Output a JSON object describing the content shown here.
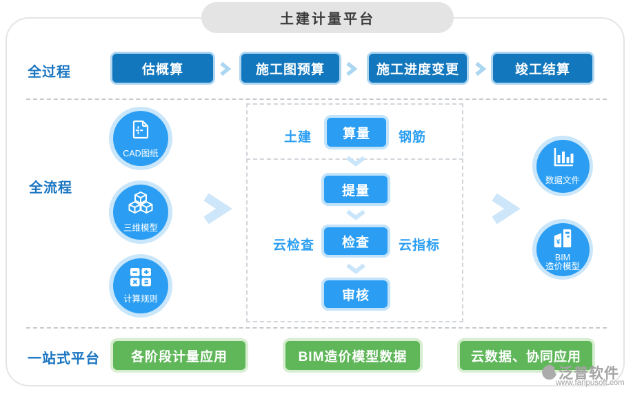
{
  "title": "土建计量平台",
  "process_row": {
    "label": "全过程",
    "steps": [
      "估概算",
      "施工图预算",
      "施工进度变更",
      "竣工结算"
    ]
  },
  "flow_row": {
    "label": "全流程",
    "inputs": [
      {
        "label": "CAD图纸",
        "icon": "cad-drawing-icon"
      },
      {
        "label": "三维模型",
        "icon": "cube-3d-icon"
      },
      {
        "label": "计算规则",
        "icon": "calculator-icon"
      }
    ],
    "center": {
      "left_tab": "土建",
      "center_button": "算量",
      "right_tab": "钢筋",
      "steps": [
        "提量",
        "检查",
        "审核"
      ],
      "check_left": "云检查",
      "check_right": "云指标"
    },
    "outputs": [
      {
        "label": "数据文件",
        "icon": "bar-chart-icon"
      },
      {
        "label_line1": "BIM",
        "label_line2": "造价模型",
        "icon": "building-cost-icon"
      }
    ]
  },
  "platform_row": {
    "label": "一站式平台",
    "buttons": [
      "各阶段计量应用",
      "BIM造价模型数据",
      "云数据、协同应用"
    ]
  },
  "watermark": {
    "name": "泛普软件",
    "url": "www.fanpusoft.com"
  },
  "icons": {
    "chevron-right": "❯",
    "chevron-down": "⌄",
    "cad-drawing": "document-with-crosshair",
    "cube-3d": "stacked-cubes",
    "calculator": "calculator-grid",
    "bar-chart": "bar-chart",
    "building-cost": "building-with-yen",
    "fanpu-logo": "gray-crescent-swoosh"
  },
  "colors": {
    "dark_blue": "#1277bd",
    "bright_blue": "#2b9ef3",
    "halo_blue": "#c7e4f9",
    "label_blue": "#1a75c1",
    "green": "#5fb75a",
    "green_halo": "#d8eed0",
    "pill_gray": "#e4e4e4",
    "dash_gray": "#c6c9cc",
    "watermark_gray": "#a3a3a3"
  }
}
